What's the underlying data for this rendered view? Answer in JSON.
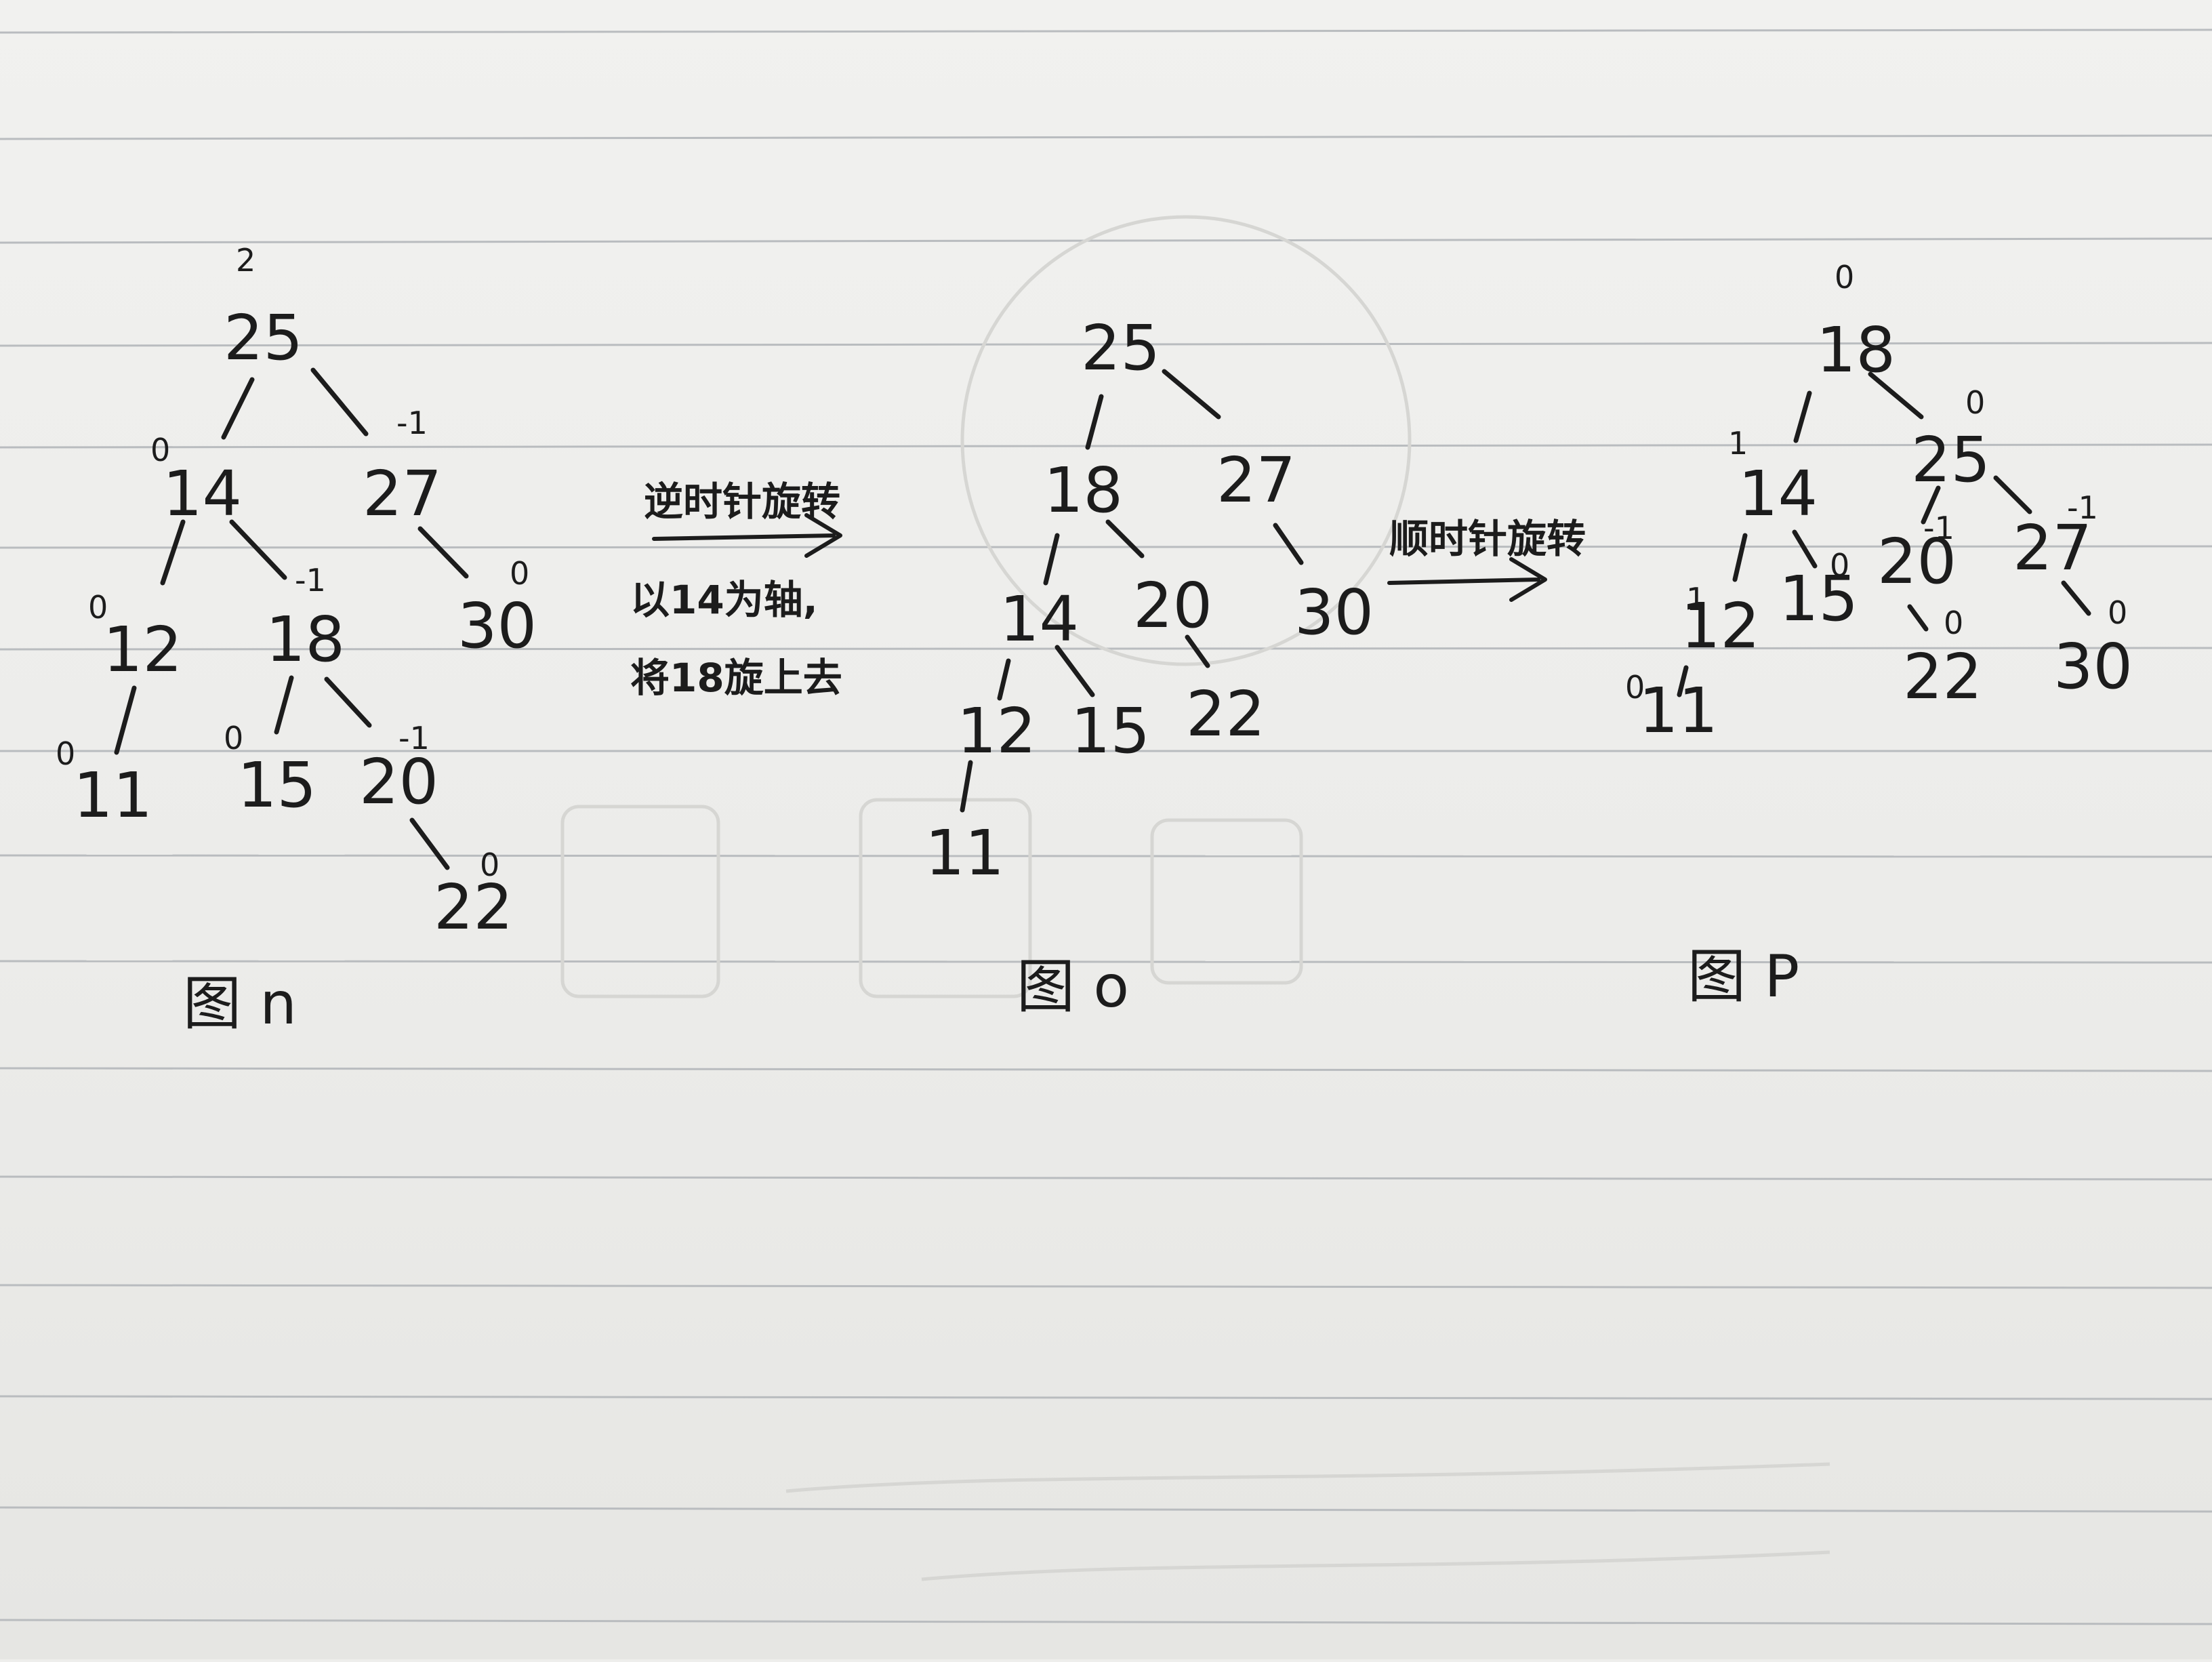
{
  "trees": [
    {
      "caption": "图 n",
      "nodes": [
        {
          "id": "n25",
          "label": "25",
          "bf": "2"
        },
        {
          "id": "n14",
          "label": "14",
          "bf": "0"
        },
        {
          "id": "n27",
          "label": "27",
          "bf": "-1"
        },
        {
          "id": "n12",
          "label": "12",
          "bf": "0"
        },
        {
          "id": "n18",
          "label": "18",
          "bf": "-1"
        },
        {
          "id": "n30",
          "label": "30",
          "bf": "0"
        },
        {
          "id": "n11",
          "label": "11",
          "bf": "0"
        },
        {
          "id": "n15",
          "label": "15",
          "bf": "0"
        },
        {
          "id": "n20",
          "label": "20",
          "bf": "-1"
        },
        {
          "id": "n22",
          "label": "22",
          "bf": "0"
        }
      ],
      "edges": [
        [
          "25",
          "14"
        ],
        [
          "25",
          "27"
        ],
        [
          "14",
          "12"
        ],
        [
          "14",
          "18"
        ],
        [
          "27",
          "30"
        ],
        [
          "12",
          "11"
        ],
        [
          "18",
          "15"
        ],
        [
          "18",
          "20"
        ],
        [
          "20",
          "22"
        ]
      ]
    },
    {
      "caption": "图 o",
      "nodes": [
        {
          "id": "o25",
          "label": "25",
          "bf": ""
        },
        {
          "id": "o18",
          "label": "18",
          "bf": ""
        },
        {
          "id": "o27",
          "label": "27",
          "bf": ""
        },
        {
          "id": "o14",
          "label": "14",
          "bf": ""
        },
        {
          "id": "o20",
          "label": "20",
          "bf": ""
        },
        {
          "id": "o30",
          "label": "30",
          "bf": ""
        },
        {
          "id": "o12",
          "label": "12",
          "bf": ""
        },
        {
          "id": "o15",
          "label": "15",
          "bf": ""
        },
        {
          "id": "o22",
          "label": "22",
          "bf": ""
        },
        {
          "id": "o11",
          "label": "11",
          "bf": ""
        }
      ],
      "edges": [
        [
          "25",
          "18"
        ],
        [
          "25",
          "27"
        ],
        [
          "18",
          "14"
        ],
        [
          "18",
          "20"
        ],
        [
          "27",
          "30"
        ],
        [
          "14",
          "12"
        ],
        [
          "14",
          "15"
        ],
        [
          "20",
          "22"
        ],
        [
          "12",
          "11"
        ]
      ]
    },
    {
      "caption": "图 P",
      "nodes": [
        {
          "id": "p18",
          "label": "18",
          "bf": "0"
        },
        {
          "id": "p14",
          "label": "14",
          "bf": "1"
        },
        {
          "id": "p25",
          "label": "25",
          "bf": "0"
        },
        {
          "id": "p12",
          "label": "12",
          "bf": "1"
        },
        {
          "id": "p15",
          "label": "15",
          "bf": "0"
        },
        {
          "id": "p20",
          "label": "20",
          "bf": "-1"
        },
        {
          "id": "p27",
          "label": "27",
          "bf": "-1"
        },
        {
          "id": "p11",
          "label": "11",
          "bf": "0"
        },
        {
          "id": "p22",
          "label": "22",
          "bf": "0"
        },
        {
          "id": "p30",
          "label": "30",
          "bf": "0"
        }
      ],
      "edges": [
        [
          "18",
          "14"
        ],
        [
          "18",
          "25"
        ],
        [
          "14",
          "12"
        ],
        [
          "14",
          "15"
        ],
        [
          "25",
          "20"
        ],
        [
          "25",
          "27"
        ],
        [
          "12",
          "11"
        ],
        [
          "20",
          "22"
        ],
        [
          "27",
          "30"
        ]
      ]
    }
  ],
  "annotations": {
    "first_arrow_label": "逆时针旋转",
    "first_note_line1": "以14为轴,",
    "first_note_line2": "将18旋上去",
    "second_arrow_label": "顺时针旋转"
  }
}
